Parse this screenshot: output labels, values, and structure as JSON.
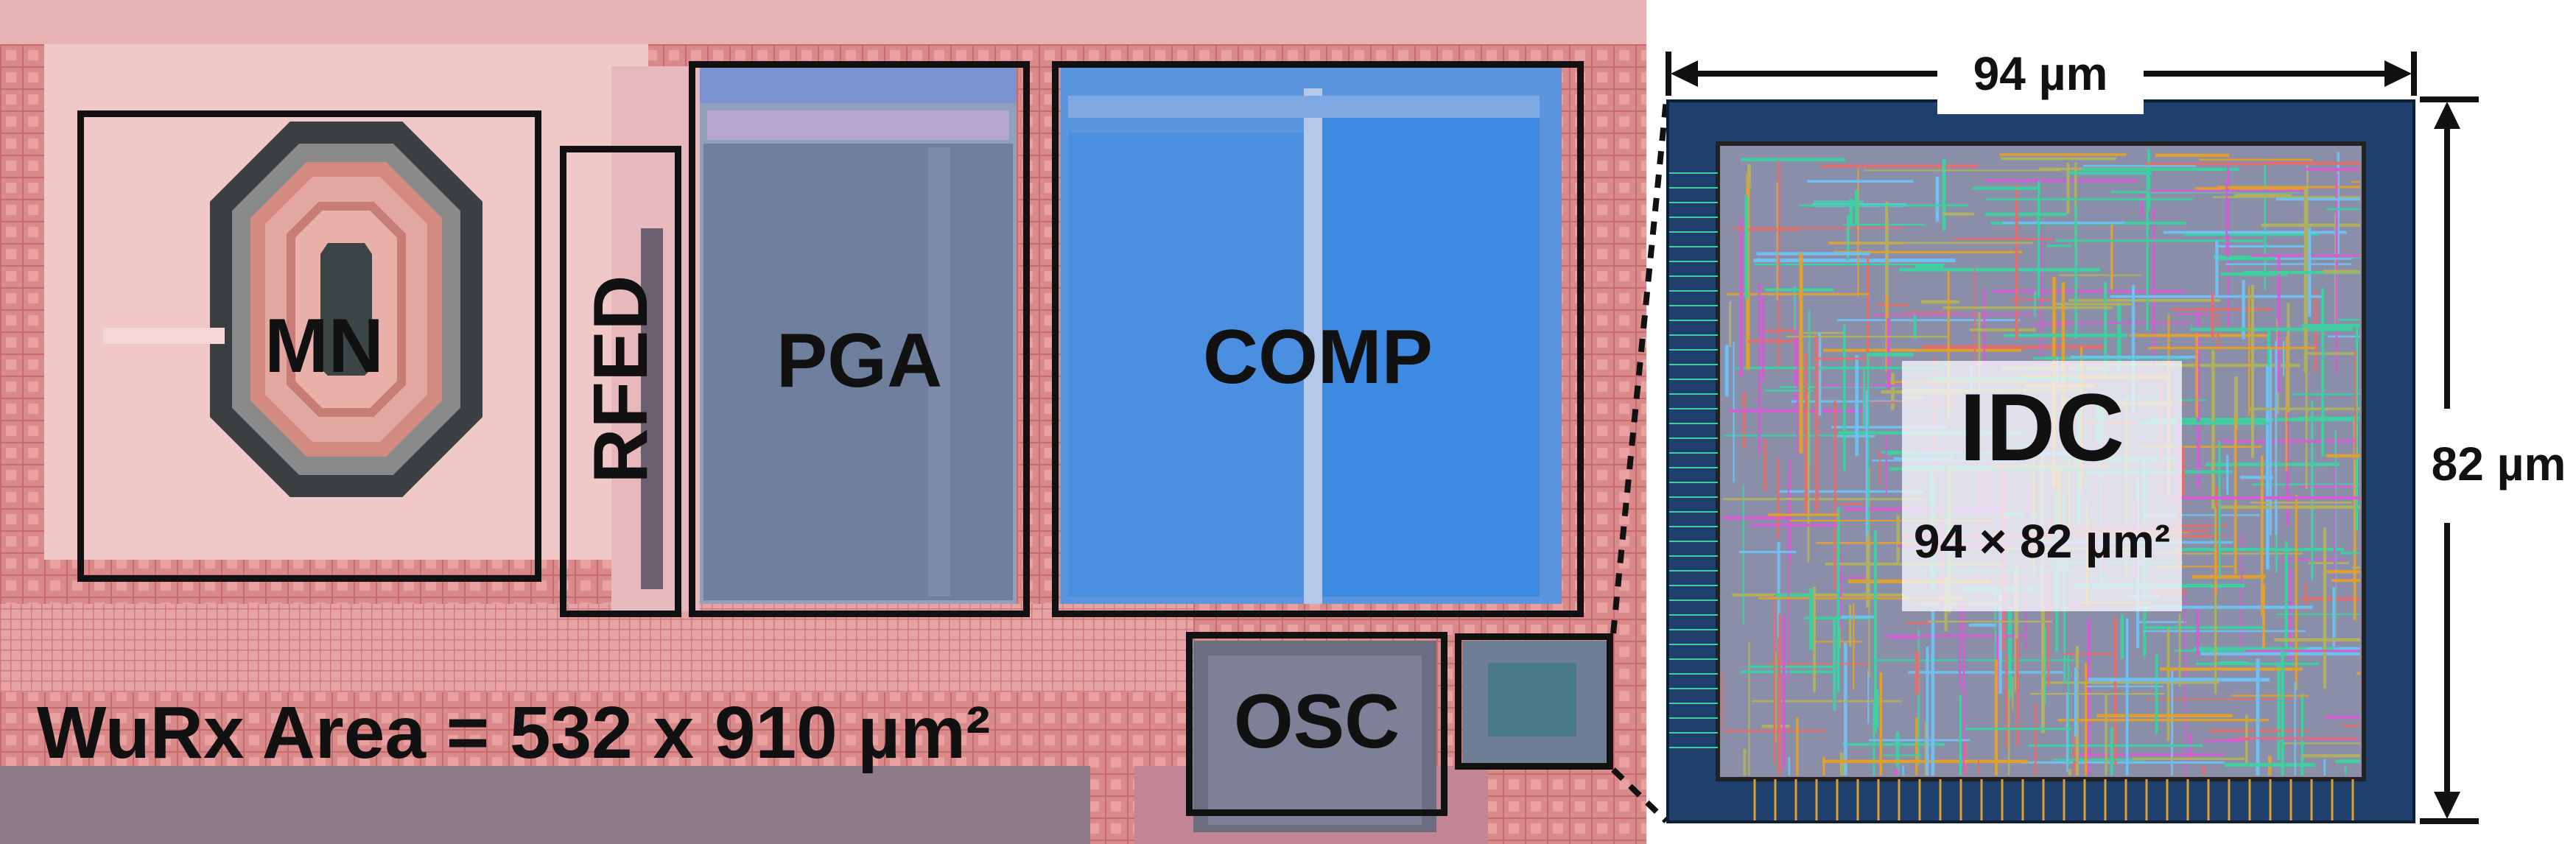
{
  "die": {
    "blocks": {
      "mn": "MN",
      "rfed": "RFED",
      "pga": "PGA",
      "comp": "COMP",
      "osc": "OSC"
    },
    "area_caption": "WuRx Area  = 532 x 910 µm²"
  },
  "layout_view": {
    "block_name": "IDC",
    "block_area": "94 × 82 µm²",
    "width_label": "94 µm",
    "height_label": "82 µm"
  },
  "colors": {
    "die_background": "#d98a8a",
    "frame": "#111111",
    "comp_blue": "#4a8fe0",
    "pga_gray": "#6f7f9e",
    "osc_gray": "#6b6e80",
    "layout_background": "#2a4a78",
    "routing_green": "#3ed0a0",
    "routing_orange": "#e0a030",
    "routing_magenta": "#d060d0"
  }
}
